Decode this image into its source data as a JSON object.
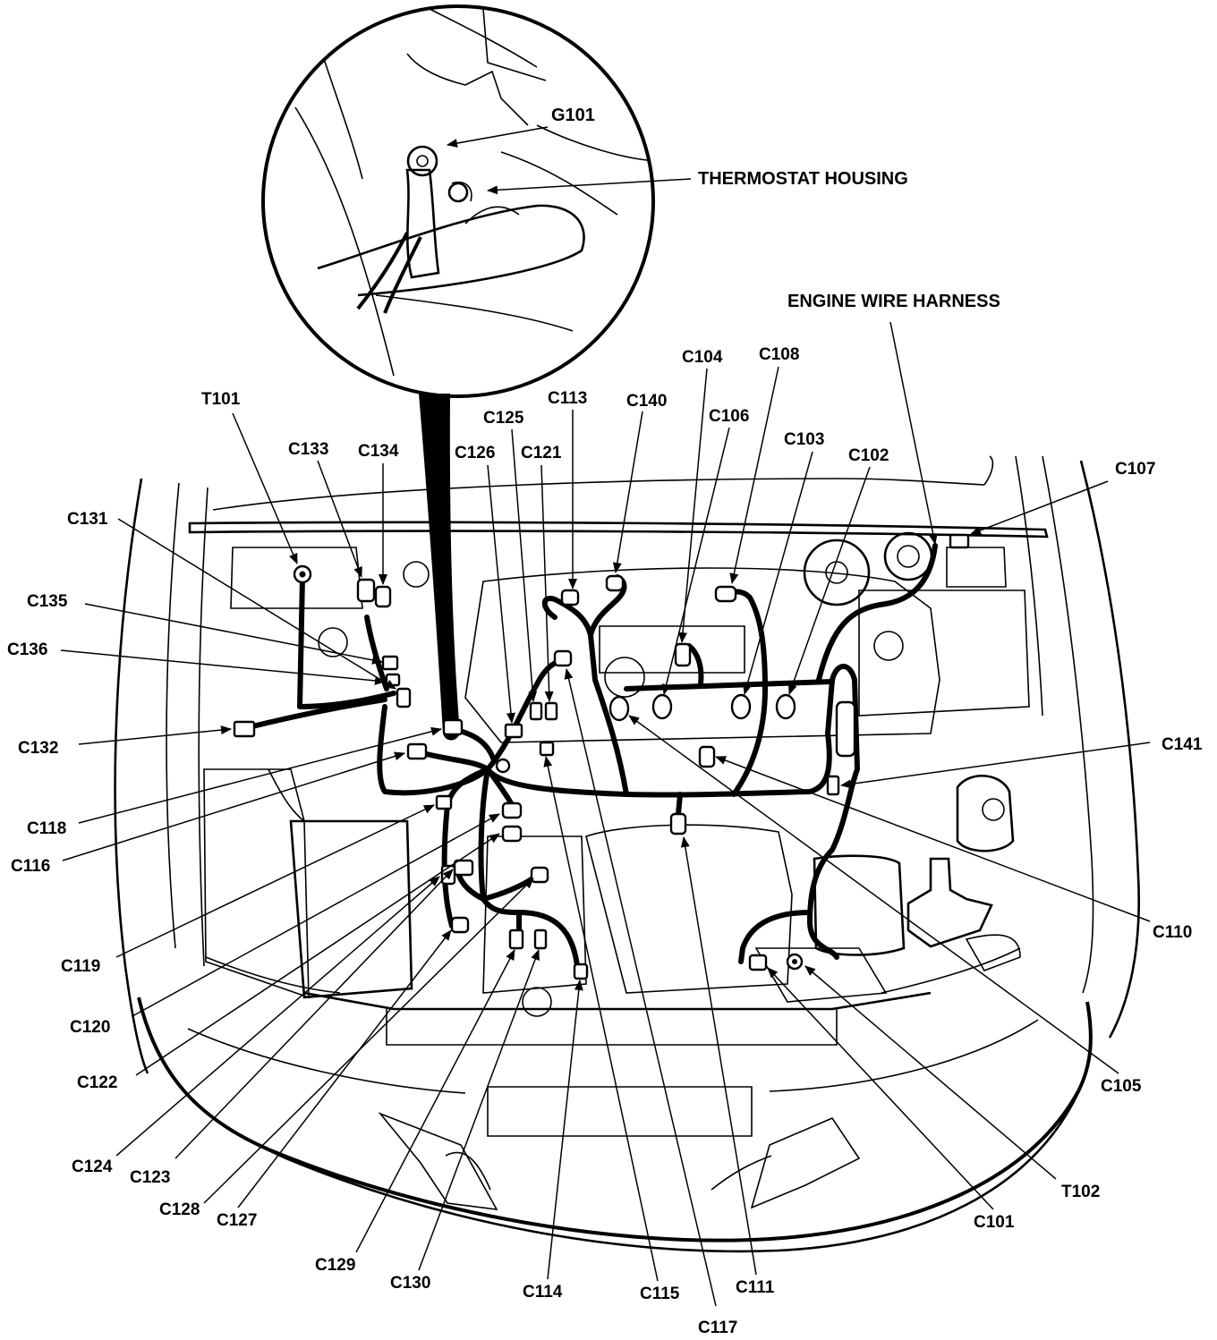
{
  "colors": {
    "ink": "#000000",
    "paper": "#ffffff"
  },
  "labels": {
    "g101": "G101",
    "thermostat_housing": "THERMOSTAT HOUSING",
    "engine_wire_harness": "ENGINE WIRE HARNESS",
    "t101": "T101",
    "t102": "T102",
    "c101": "C101",
    "c102": "C102",
    "c103": "C103",
    "c104": "C104",
    "c105": "C105",
    "c106": "C106",
    "c107": "C107",
    "c108": "C108",
    "c110": "C110",
    "c111": "C111",
    "c113": "C113",
    "c114": "C114",
    "c115": "C115",
    "c116": "C116",
    "c117": "C117",
    "c118": "C118",
    "c119": "C119",
    "c120": "C120",
    "c121": "C121",
    "c122": "C122",
    "c123": "C123",
    "c124": "C124",
    "c125": "C125",
    "c126": "C126",
    "c127": "C127",
    "c128": "C128",
    "c129": "C129",
    "c130": "C130",
    "c131": "C131",
    "c132": "C132",
    "c133": "C133",
    "c134": "C134",
    "c135": "C135",
    "c136": "C136",
    "c140": "C140",
    "c141": "C141"
  }
}
